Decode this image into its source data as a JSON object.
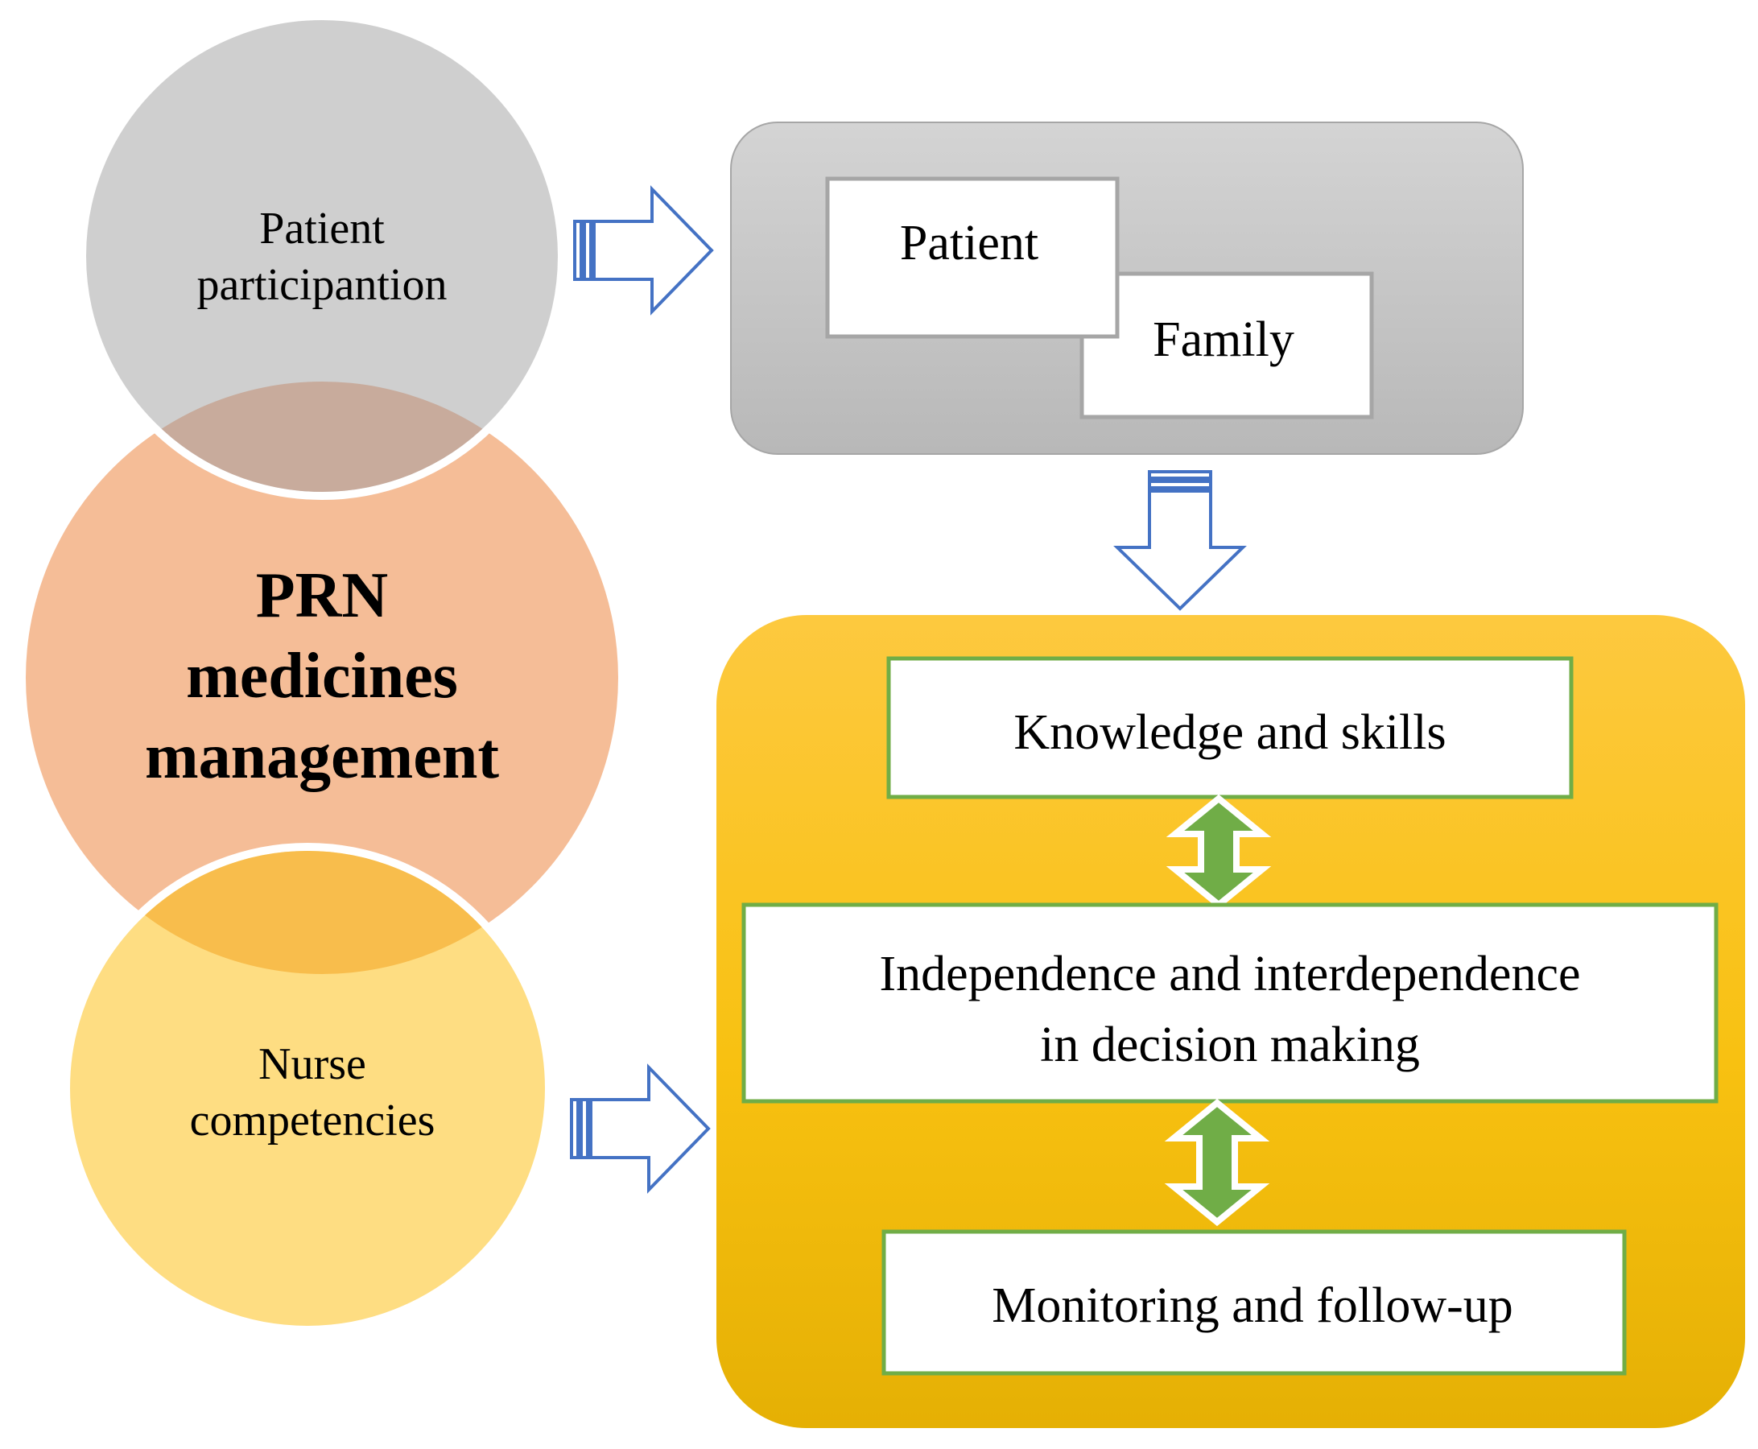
{
  "circles": {
    "top": {
      "lines": [
        "Patient",
        "participantion"
      ],
      "color": "#cfcfcf"
    },
    "middle": {
      "lines": [
        "PRN",
        "medicines",
        "management"
      ],
      "color": "#f5bd97"
    },
    "bottom": {
      "lines": [
        "Nurse",
        "competencies"
      ],
      "color": "#fedd82"
    }
  },
  "participation_panel": {
    "patient": "Patient",
    "family": "Family"
  },
  "competency_panel": {
    "knowledge": "Knowledge and skills",
    "independence_line1": "Independence and interdependence",
    "independence_line2": "in decision making",
    "monitoring": "Monitoring and follow-up"
  },
  "colors": {
    "outline_arrow": "#4472c4",
    "double_arrow": "#70ad47",
    "box_border": "#70ad47",
    "gray_panel": "#c6c6c6",
    "gold_panel": "#fcc63a"
  }
}
